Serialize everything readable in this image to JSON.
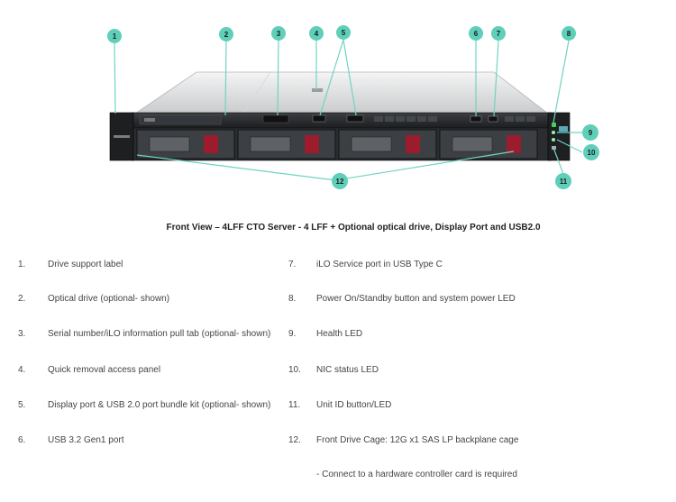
{
  "colors": {
    "callout": "#5fcfb9",
    "callout_line": "#6fd4c1",
    "drive_latch": "#9c1c2e"
  },
  "caption": "Front View – 4LFF CTO Server - 4 LFF + Optional optical drive, Display Port and USB2.0",
  "callouts": [
    "1",
    "2",
    "3",
    "4",
    "5",
    "6",
    "7",
    "8",
    "9",
    "10",
    "11",
    "12"
  ],
  "legend_left": [
    {
      "num": "1.",
      "text": "Drive support label"
    },
    {
      "num": "2.",
      "text": "Optical drive (optional- shown)"
    },
    {
      "num": "3.",
      "text": "Serial number/iLO information pull tab (optional- shown)"
    },
    {
      "num": "4.",
      "text": "Quick removal access panel"
    },
    {
      "num": "5.",
      "text": "Display port & USB 2.0 port bundle kit (optional- shown)"
    },
    {
      "num": "6.",
      "text": "USB 3.2 Gen1 port"
    }
  ],
  "legend_right": [
    {
      "num": "7.",
      "text": "iLO Service port in USB Type C"
    },
    {
      "num": "8.",
      "text": "Power On/Standby button and system power LED"
    },
    {
      "num": "9.",
      "text": "Health LED"
    },
    {
      "num": "10.",
      "text": "NIC status LED"
    },
    {
      "num": "11.",
      "text": "Unit ID button/LED"
    },
    {
      "num": "12.",
      "text": "Front Drive Cage: 12G x1 SAS LP backplane cage"
    }
  ],
  "legend_note": "- Connect to a hardware controller card is required"
}
